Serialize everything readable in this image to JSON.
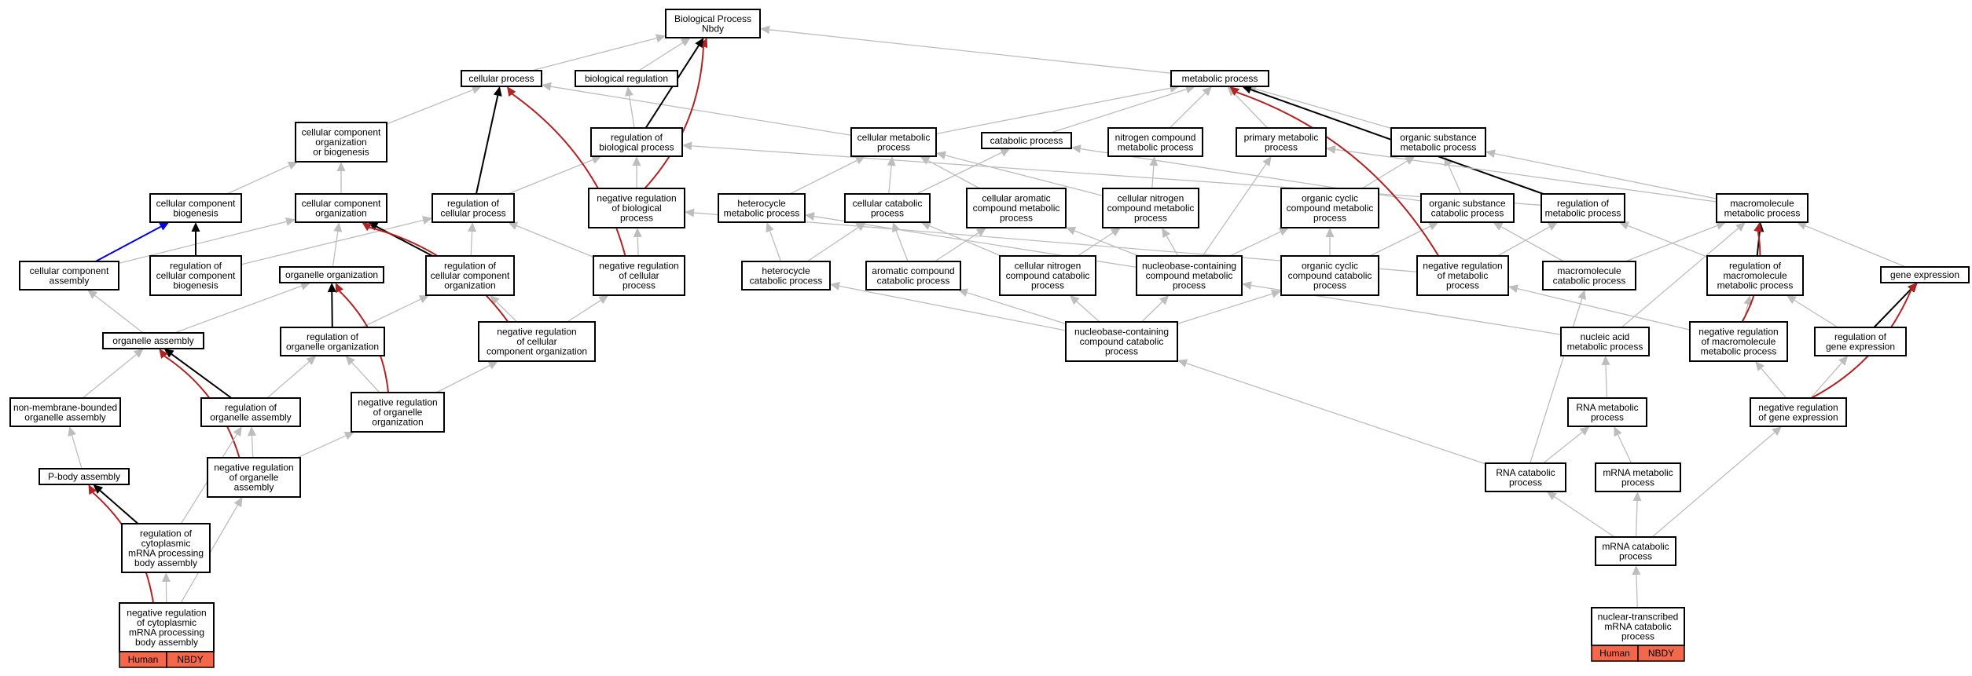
{
  "colors": {
    "gray": "#bdbdbd",
    "black": "#000000",
    "red": "#b22222",
    "blue": "#0000dd",
    "tag_fill": "#f4674a"
  },
  "nodes": {
    "bp": [
      "Biological Process",
      "Nbdy"
    ],
    "cp": [
      "cellular process"
    ],
    "breg": [
      "biological regulation"
    ],
    "mp": [
      "metabolic process"
    ],
    "ccob": [
      "cellular component",
      "organization",
      "or biogenesis"
    ],
    "rbp": [
      "regulation of",
      "biological process"
    ],
    "cmp": [
      "cellular metabolic",
      "process"
    ],
    "catp": [
      "catabolic process"
    ],
    "ncmp": [
      "nitrogen compound",
      "metabolic process"
    ],
    "pmp": [
      "primary metabolic",
      "process"
    ],
    "osmp": [
      "organic substance",
      "metabolic process"
    ],
    "ccb": [
      "cellular component",
      "biogenesis"
    ],
    "cco": [
      "cellular component",
      "organization"
    ],
    "rcp": [
      "regulation of",
      "cellular process"
    ],
    "nrbp": [
      "negative regulation",
      "of biological",
      "process"
    ],
    "hmp": [
      "heterocycle",
      "metabolic process"
    ],
    "ccatp": [
      "cellular catabolic",
      "process"
    ],
    "camp": [
      "cellular aromatic",
      "compound metabolic",
      "process"
    ],
    "cnmp": [
      "cellular nitrogen",
      "compound metabolic",
      "process"
    ],
    "occmp": [
      "organic cyclic",
      "compound metabolic",
      "process"
    ],
    "oscp": [
      "organic substance",
      "catabolic process"
    ],
    "rmp": [
      "regulation of",
      "metabolic process"
    ],
    "mmp": [
      "macromolecule",
      "metabolic process"
    ],
    "cca": [
      "cellular component",
      "assembly"
    ],
    "rccb": [
      "regulation of",
      "cellular component",
      "biogenesis"
    ],
    "oo": [
      "organelle organization"
    ],
    "rcco": [
      "regulation of",
      "cellular component",
      "organization"
    ],
    "nrcp": [
      "negative regulation",
      "of cellular",
      "process"
    ],
    "hcp": [
      "heterocycle",
      "catabolic process"
    ],
    "acp": [
      "aromatic compound",
      "catabolic process"
    ],
    "cncp": [
      "cellular nitrogen",
      "compound catabolic",
      "process"
    ],
    "nbcmp": [
      "nucleobase-containing",
      "compound metabolic",
      "process"
    ],
    "occp": [
      "organic cyclic",
      "compound catabolic",
      "process"
    ],
    "nrmp": [
      "negative regulation",
      "of metabolic",
      "process"
    ],
    "mcp": [
      "macromolecule",
      "catabolic process"
    ],
    "rmmp": [
      "regulation of",
      "macromolecule",
      "metabolic process"
    ],
    "ge": [
      "gene expression"
    ],
    "oa": [
      "organelle assembly"
    ],
    "roo": [
      "regulation of",
      "organelle organization"
    ],
    "nrcco": [
      "negative regulation",
      "of cellular",
      "component organization"
    ],
    "nbccp": [
      "nucleobase-containing",
      "compound catabolic",
      "process"
    ],
    "namp": [
      "nucleic acid",
      "metabolic process"
    ],
    "nrmmp": [
      "negative regulation",
      "of macromolecule",
      "metabolic process"
    ],
    "rge": [
      "regulation of",
      "gene expression"
    ],
    "nmboa": [
      "non-membrane-bounded",
      "organelle assembly"
    ],
    "roa": [
      "regulation of",
      "organelle assembly"
    ],
    "nroo": [
      "negative regulation",
      "of organelle",
      "organization"
    ],
    "rnamp": [
      "RNA metabolic",
      "process"
    ],
    "nrge": [
      "negative regulation",
      "of gene expression"
    ],
    "pba": [
      "P-body assembly"
    ],
    "nroa": [
      "negative regulation",
      "of organelle",
      "assembly"
    ],
    "rnacp": [
      "RNA catabolic",
      "process"
    ],
    "mrnamp": [
      "mRNA metabolic",
      "process"
    ],
    "rcmpba": [
      "regulation of",
      "cytoplasmic",
      "mRNA processing",
      "body assembly"
    ],
    "mrnacp": [
      "mRNA catabolic",
      "process"
    ],
    "nrcmpba": [
      "negative regulation",
      "of cytoplasmic",
      "mRNA processing",
      "body assembly"
    ],
    "ntmcp": [
      "nuclear-transcribed",
      "mRNA catabolic",
      "process"
    ]
  },
  "tags": {
    "nrcmpba": [
      "Human",
      "NBDY"
    ],
    "ntmcp": [
      "Human",
      "NBDY"
    ]
  }
}
